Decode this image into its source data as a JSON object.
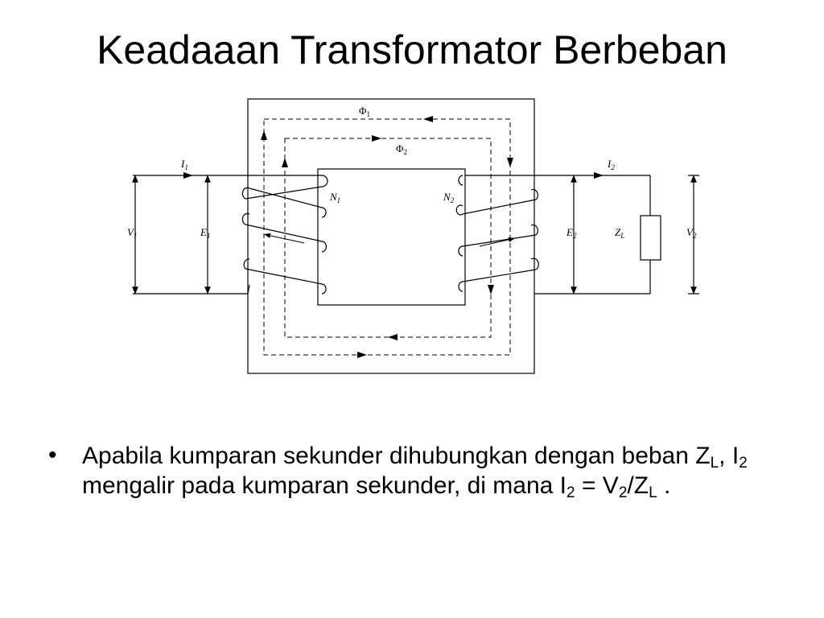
{
  "slide": {
    "title": "Keadaaan Transformator Berbeban"
  },
  "diagram": {
    "labels": {
      "phi1": "Φ",
      "phi1_sub": "1",
      "phi2": "Φ",
      "phi2_sub": "2",
      "i1": "I",
      "i1_sub": "1",
      "i2": "I",
      "i2_sub": "2",
      "n1": "N",
      "n1_sub": "1",
      "n2": "N",
      "n2_sub": "2",
      "v1": "V",
      "v1_sub": "1",
      "e1": "E",
      "e1_sub": "1",
      "e2": "E",
      "e2_sub": "2",
      "zl": "Z",
      "zl_sub": "L",
      "v2": "V",
      "v2_sub": "2"
    }
  },
  "bullet": {
    "marker": "•",
    "t1": "Apabila kumparan sekunder dihubungkan dengan beban Z",
    "s1": "L",
    "t2": ", I",
    "s2": "2",
    "t3": " mengalir pada kumparan sekunder, di mana I",
    "s3": "2",
    "t4": " = V",
    "s4": "2",
    "t5": "/Z",
    "s5": "L",
    "t6": " ."
  }
}
